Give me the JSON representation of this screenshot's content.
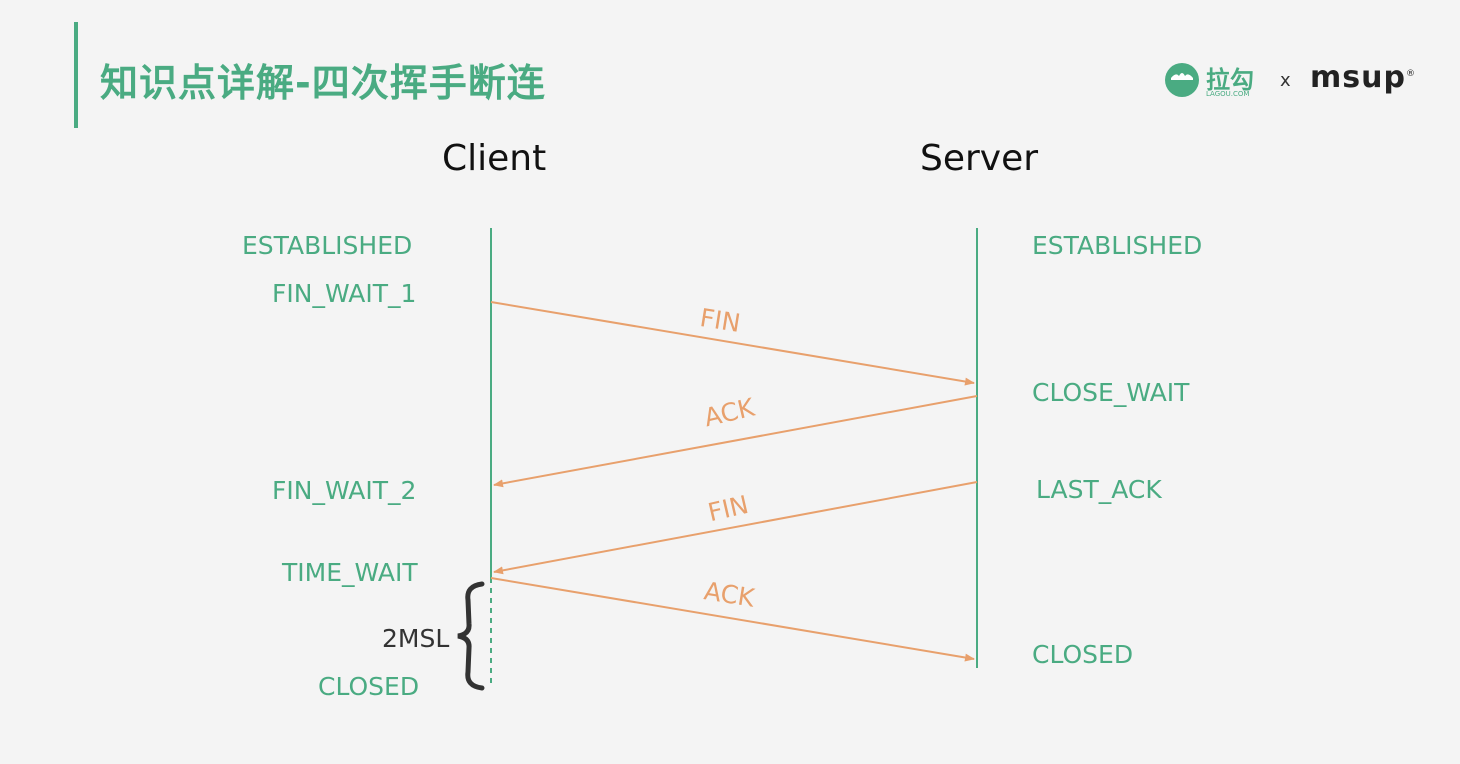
{
  "header": {
    "title": "知识点详解-四次挥手断连",
    "brand_lagou": "拉勾",
    "brand_lagou_sub": "LAGOU.COM",
    "brand_separator": "x",
    "brand_msup": "msup",
    "brand_msup_mark": "®"
  },
  "actors": {
    "client": "Client",
    "server": "Server"
  },
  "client_states": {
    "established": "ESTABLISHED",
    "fin_wait_1": "FIN_WAIT_1",
    "fin_wait_2": "FIN_WAIT_2",
    "time_wait": "TIME_WAIT",
    "closed": "CLOSED"
  },
  "server_states": {
    "established": "ESTABLISHED",
    "close_wait": "CLOSE_WAIT",
    "last_ack": "LAST_ACK",
    "closed": "CLOSED"
  },
  "messages": {
    "fin_1": "FIN",
    "ack_1": "ACK",
    "fin_2": "FIN",
    "ack_2": "ACK"
  },
  "wait_period": "2MSL",
  "colors": {
    "accent": "#4aab82",
    "arrow": "#e8a06c",
    "background": "#f4f4f4"
  }
}
